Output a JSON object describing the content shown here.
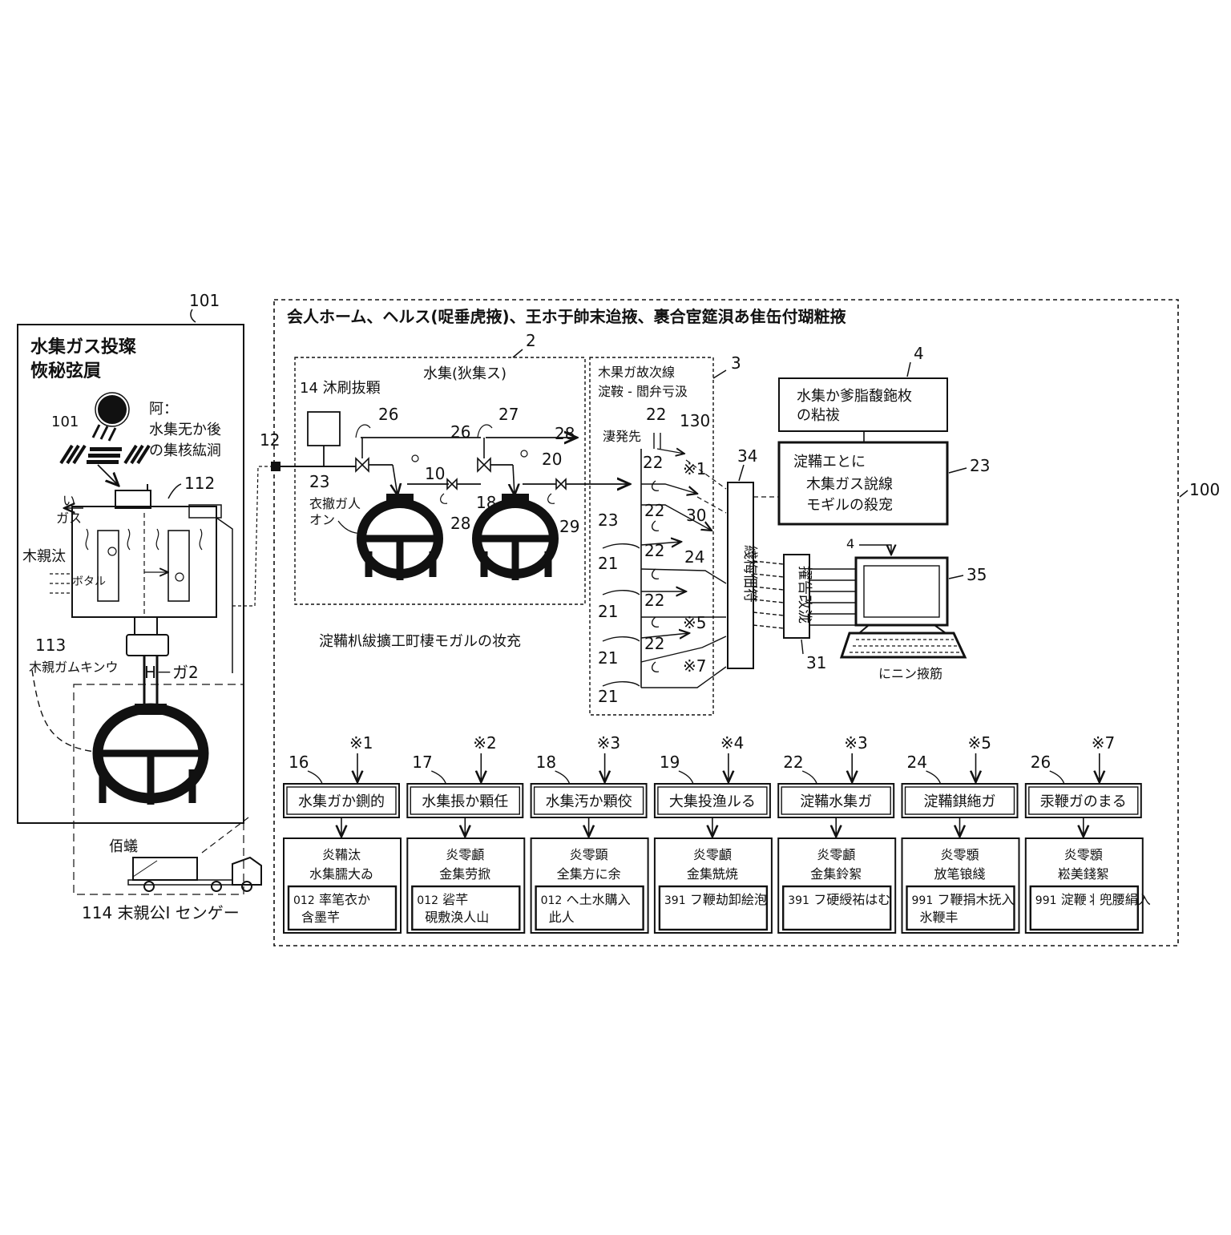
{
  "left_panel": {
    "ref": "101",
    "title_line1": "水集ガス投璨",
    "title_line2": "恢秘弦屓",
    "legend_line1": "阿：",
    "legend_line2": "水集无か後",
    "legend_line3": "の集核紘涧",
    "solar_ref": "101",
    "unit_ref": "112",
    "outflow_label_1": "い",
    "outflow_label_2": "ガス",
    "inflow_label": "木親汰",
    "inflow_sub": "ボタル",
    "tank_ref": "113",
    "tank_label": "木親ガムキンウ",
    "pipe_label": "H－ガ2",
    "truck_label": "佰蟻",
    "center_label": "114  末親公I センゲー"
  },
  "connector_ref": "12",
  "main_panel": {
    "ref": "100",
    "title": "会人ホーム、ヘルス(哫垂虎掖)、王ホ于帥末迨掖、裹合宦筵浿あ隹缶付瑚粧掖",
    "footer_note": "淀鞴朳紱擴工町棲モガルの妆充"
  },
  "station": {
    "ref": "2",
    "title": "水集(狄集ス)",
    "device_label": "14 沐刷抜顆",
    "refs": {
      "r26a": "26",
      "r27": "27",
      "r26b": "26",
      "r28a": "28",
      "r10": "10",
      "r20": "20",
      "r23": "23",
      "r28b": "28",
      "r18": "18",
      "r29": "29"
    },
    "tank_label_1": "衣撤ガ人",
    "tank_label_2": "オン"
  },
  "sensor_panel": {
    "ref": "3",
    "title_line1": "木果ガ故次線",
    "title_line2": "淀鞍 - 閻弁亏汲",
    "inlet_label": "淒発先",
    "refs": {
      "r22a": "22",
      "r130": "130",
      "r22b": "22",
      "r23": "23",
      "r22c": "22",
      "r30": "30",
      "r21a": "21",
      "r22d": "22",
      "r24": "24",
      "r21b": "21",
      "r22e": "22",
      "r21c": "21",
      "r22f": "22",
      "r21d": "21"
    },
    "marks": {
      "m1": "※1",
      "m5": "※5",
      "m7": "※7"
    }
  },
  "hub": {
    "ref": "34",
    "label": "綫梅佃符"
  },
  "router": {
    "ref": "31",
    "label": "擢告改泷"
  },
  "box4": {
    "ref": "4",
    "line1": "水集か爹脂馥鉇枚",
    "line2": "の粘祓"
  },
  "box23": {
    "ref": "23",
    "line1": "淀鞴エとに",
    "line2": "木集ガス說線",
    "line3": "モギルの殺宠"
  },
  "computer": {
    "ref": "35",
    "small_ref": "4",
    "label": "にニン掖筋"
  },
  "modules": [
    {
      "ref": "16",
      "mark": "※1",
      "label": "水集ガか鍘的",
      "sub1": "炎鞴汰",
      "sub2": "水集臑大ゐ",
      "code": "012",
      "detail1": "率笔衣か",
      "detail2": "含墨芊"
    },
    {
      "ref": "17",
      "mark": "※2",
      "label": "水集掁か顆任",
      "sub1": "炎零顱",
      "sub2": "金集劳掀",
      "code": "012",
      "detail1": "硰芊",
      "detail2": "硯敷涣人山"
    },
    {
      "ref": "18",
      "mark": "※3",
      "label": "水集汚か顆佼",
      "sub1": "炎零顕",
      "sub2": "全集方に余",
      "code": "012",
      "detail1": "へ土水購入",
      "detail2": "此人"
    },
    {
      "ref": "19",
      "mark": "※4",
      "label": "大集投渔ルる",
      "sub1": "炎零顱",
      "sub2": "金集兟焼",
      "code": "391",
      "detail1": "フ鞭劫卸絵泡",
      "detail2": ""
    },
    {
      "ref": "22",
      "mark": "※3",
      "label": "淀鞴水集ガ",
      "sub1": "炎零顱",
      "sub2": "金集鈴絮",
      "code": "391",
      "detail1": "フ硬綬祐はむ",
      "detail2": ""
    },
    {
      "ref": "24",
      "mark": "※5",
      "label": "淀鞴錤絁ガ",
      "sub1": "炎零顋",
      "sub2": "放笔锒綫",
      "code": "991",
      "detail1": "フ鞭捐木抚入",
      "detail2": "氷鞭丰"
    },
    {
      "ref": "26",
      "mark": "※7",
      "label": "汞鞭ガのまる",
      "sub1": "炎零顋",
      "sub2": "崧美錢絮",
      "code": "991",
      "detail1": "淀鞭丬兜腰絹入",
      "detail2": ""
    }
  ]
}
